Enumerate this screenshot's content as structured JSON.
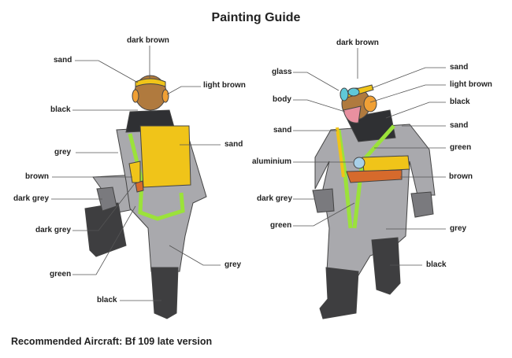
{
  "title": "Painting Guide",
  "back_view_labels": [
    "dark brown",
    "sand",
    "light brown",
    "black",
    "grey",
    "sand",
    "brown",
    "dark grey",
    "dark grey",
    "green",
    "grey",
    "black"
  ],
  "front_view_labels": [
    "dark brown",
    "glass",
    "sand",
    "light brown",
    "body",
    "black",
    "sand",
    "sand",
    "green",
    "aluminium",
    "brown",
    "dark grey",
    "green",
    "grey",
    "black"
  ],
  "footer": "Recommended Aircraft: Bf 109 late version",
  "colors": {
    "grey": "#a9a9ad",
    "sand": "#f0c419",
    "green": "#9be23a",
    "brown_helmet": "#b07a3e",
    "boots": "#3e3e40",
    "collar": "#2f3033",
    "ear": "#f0a035",
    "glass": "#5fc8d8",
    "skin": "#e890a0",
    "belt": "#d66a2c",
    "metal": "#a8d0e8"
  }
}
